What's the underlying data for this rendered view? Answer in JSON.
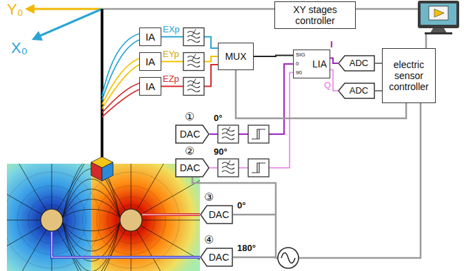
{
  "diagram": {
    "nodes": [
      {
        "text": [
          "XY stages controller"
        ]
      },
      {
        "text": [
          "IA"
        ]
      },
      {
        "text": [
          "IA"
        ]
      },
      {
        "text": [
          "IA"
        ]
      },
      {
        "text": [
          "MUX"
        ]
      },
      {
        "text": [
          "SIG",
          "0",
          "90",
          "LIA"
        ]
      },
      {
        "text": [
          "ADC"
        ]
      },
      {
        "text": [
          "ADC"
        ]
      },
      {
        "text": [
          "electric sensor controller"
        ]
      },
      {
        "text": [
          "DAC"
        ]
      },
      {
        "text": [
          "DAC"
        ]
      },
      {
        "text": [
          "DAC"
        ]
      },
      {
        "text": [
          "DAC"
        ]
      }
    ],
    "edges": [
      {
        "from": 1,
        "to": 4,
        "arrow": "none"
      },
      {
        "from": 2,
        "to": 4,
        "arrow": "none"
      },
      {
        "from": 3,
        "to": 4,
        "arrow": "none"
      },
      {
        "from": 4,
        "to": 5,
        "arrow": "none"
      },
      {
        "from": 5,
        "to": 6,
        "label": "I",
        "arrow": "none"
      },
      {
        "from": 5,
        "to": 7,
        "label": "Q",
        "arrow": "none"
      },
      {
        "from": 6,
        "to": 8,
        "arrow": "none"
      },
      {
        "from": 7,
        "to": 8,
        "arrow": "none"
      },
      {
        "from": 9,
        "to": 5,
        "arrow": "none"
      },
      {
        "from": 10,
        "to": 5,
        "arrow": "none"
      },
      {
        "from": 8,
        "to": 4,
        "arrow": "none"
      }
    ],
    "labels": [
      "Y₀",
      "X₀",
      "EXp",
      "EYp",
      "EZp",
      "①",
      "0°",
      "②",
      "90°",
      "③",
      "0°",
      "④",
      "180°"
    ]
  }
}
